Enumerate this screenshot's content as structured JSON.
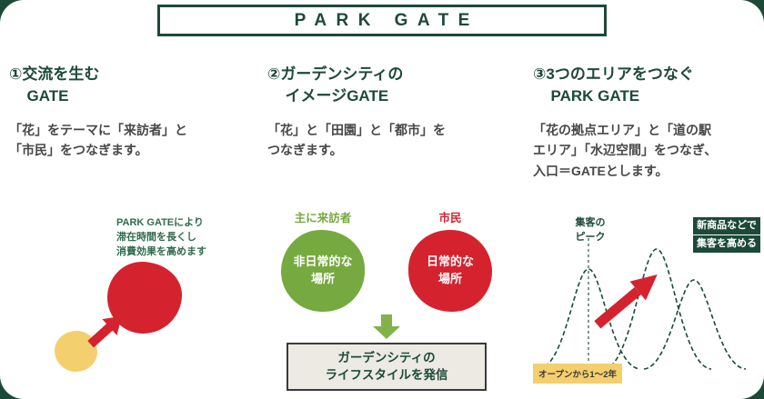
{
  "header": {
    "title": "PARK GATE"
  },
  "columns": [
    {
      "heading1": "①交流を生む",
      "heading2": "GATE",
      "body": "「花」をテーマに「来訪者」と「市民」をつなぎます。",
      "annotation": [
        "PARK GATEにより",
        "滞在時間を長くし",
        "消費効果を高めます"
      ]
    },
    {
      "heading1": "②ガーデンシティの",
      "heading2": "イメージGATE",
      "body": "「花」と「田園」と「都市」をつなぎます。",
      "visitors_label": "主に来訪者",
      "green_circle": [
        "非日常的な",
        "場所"
      ],
      "citizens_label": "市民",
      "red_circle": [
        "日常的な",
        "場所"
      ],
      "result_box": [
        "ガーデンシティの",
        "ライフスタイルを発信"
      ]
    },
    {
      "heading1": "③3つのエリアをつなぐ",
      "heading2": "PARK GATE",
      "body": "「花の拠点エリア」と「道の駅エリア」「水辺空間」をつなぎ、入口＝GATEとします。",
      "peak_label": [
        "集客の",
        "ピーク"
      ],
      "boost_label": [
        "新商品などで",
        "集客を高める"
      ],
      "timeline_label": "オープンから1〜2年"
    }
  ],
  "colors": {
    "dark_green": "#1d4939",
    "red": "#d4232e",
    "green": "#76a93f",
    "yellow": "#f4cf6d"
  }
}
